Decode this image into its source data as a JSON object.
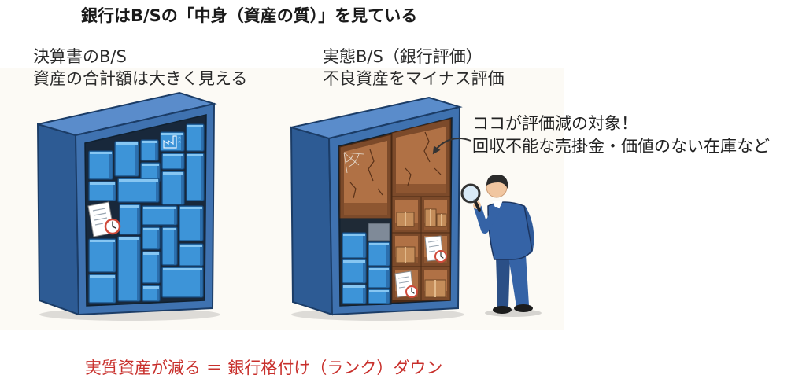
{
  "title": "銀行はB/Sの「中身（資産の質）」を見ている",
  "left_panel": {
    "caption_line1": "決算書のB/S",
    "caption_line2": "資産の合計額は大きく見える"
  },
  "right_panel": {
    "caption_line1": "実態B/S（銀行評価）",
    "caption_line2": "不良資産をマイナス評価"
  },
  "annotation": {
    "line1": "ココが評価減の対象！",
    "line2": "回収不能な売掛金・価値のない在庫など"
  },
  "conclusion": "実質資産が減る ＝ 銀行格付け（ランク）ダウン",
  "colors": {
    "conclusion_text": "#c8302c",
    "cabinet_front": "#3f72b0",
    "cabinet_side": "#2d5b94",
    "cabinet_top": "#5a8ccb",
    "cabinet_interior": "#18283b",
    "asset_box_blue": "#3d94d8",
    "bad_asset_brown": "#b07145",
    "bad_asset_rim": "#7c4a2a",
    "cardboard": "#c48d5a",
    "suit_blue": "#3563a6"
  },
  "icons": {
    "inspection_tool": "magnifying-glass-icon",
    "pointer": "curved-arrow-icon",
    "invoice": "document-icon",
    "overdue": "clock-icon",
    "inventory": "factory-icon"
  }
}
